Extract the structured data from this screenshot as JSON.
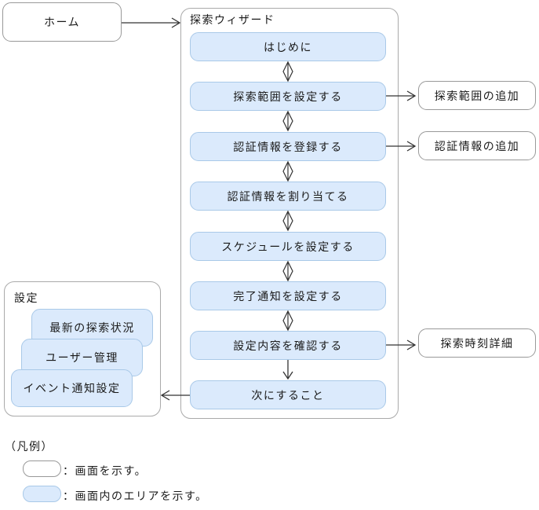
{
  "palette": {
    "area_fill": "#dbeafc",
    "area_border": "#a9c9e8",
    "screen_border": "#999999",
    "container_border": "#aaaaaa",
    "arrow": "#333333",
    "text": "#1a1a1a"
  },
  "home": {
    "label": "ホーム"
  },
  "wizard": {
    "title": "探索ウィザード",
    "steps": [
      {
        "label": "はじめに"
      },
      {
        "label": "探索範囲を設定する"
      },
      {
        "label": "認証情報を登録する"
      },
      {
        "label": "認証情報を割り当てる"
      },
      {
        "label": "スケジュールを設定する"
      },
      {
        "label": "完了通知を設定する"
      },
      {
        "label": "設定内容を確認する"
      },
      {
        "label": "次にすること"
      }
    ]
  },
  "side_screens": [
    {
      "label": "探索範囲の追加"
    },
    {
      "label": "認証情報の追加"
    },
    {
      "label": "探索時刻詳細"
    }
  ],
  "settings": {
    "title": "設定",
    "areas": [
      {
        "label": "最新の探索状況"
      },
      {
        "label": "ユーザー管理"
      },
      {
        "label": "イベント通知設定"
      }
    ]
  },
  "legend": {
    "title": "（凡例）",
    "items": [
      {
        "swatch": "screen-swatch",
        "text": "：画面を示す。"
      },
      {
        "swatch": "area-swatch",
        "text": "：画面内のエリアを示す。"
      }
    ]
  }
}
